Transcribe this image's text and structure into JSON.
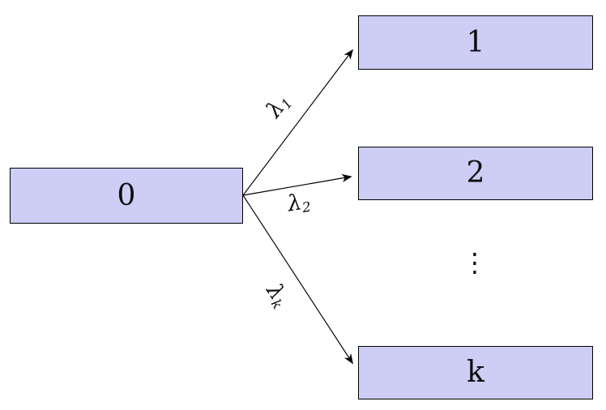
{
  "diagram": {
    "background_color": "#ffffff",
    "node_fill_color": "#cdcdf5",
    "node_border_color": "#000000",
    "arrow_color": "#000000",
    "nodes": {
      "source": {
        "label": "0"
      },
      "state1": {
        "label": "1"
      },
      "state2": {
        "label": "2"
      },
      "statek": {
        "label": "k"
      }
    },
    "ellipsis": "⋮",
    "edges": [
      {
        "from": "0",
        "to": "1",
        "rate_symbol": "λ",
        "rate_subscript": "1"
      },
      {
        "from": "0",
        "to": "2",
        "rate_symbol": "λ",
        "rate_subscript": "2"
      },
      {
        "from": "0",
        "to": "k",
        "rate_symbol": "λ",
        "rate_subscript": "k"
      }
    ]
  }
}
